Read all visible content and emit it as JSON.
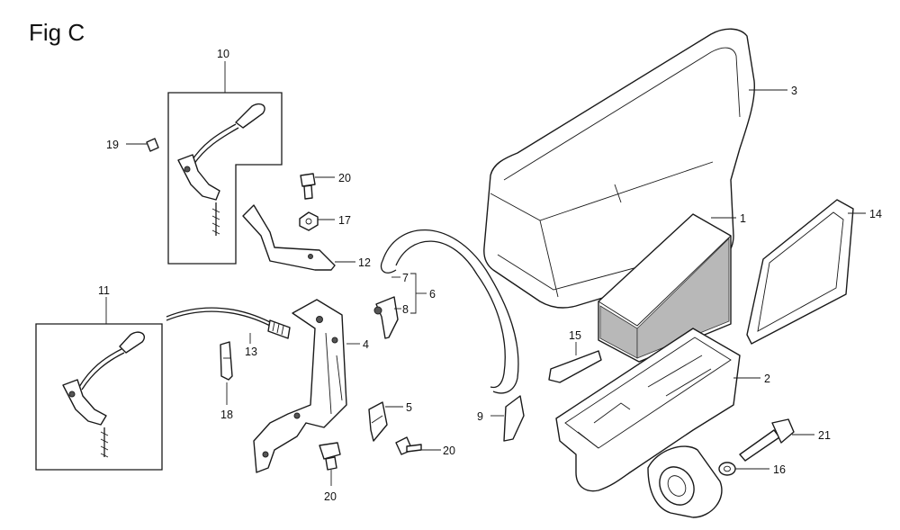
{
  "figure": {
    "title": "Fig C"
  },
  "callouts": [
    {
      "id": "c10",
      "text": "10"
    },
    {
      "id": "c19",
      "text": "19"
    },
    {
      "id": "c20a",
      "text": "20"
    },
    {
      "id": "c17",
      "text": "17"
    },
    {
      "id": "c12",
      "text": "12"
    },
    {
      "id": "c11",
      "text": "11"
    },
    {
      "id": "c13",
      "text": "13"
    },
    {
      "id": "c18",
      "text": "18"
    },
    {
      "id": "c4",
      "text": "4"
    },
    {
      "id": "c7",
      "text": "7"
    },
    {
      "id": "c8",
      "text": "8"
    },
    {
      "id": "c6",
      "text": "6"
    },
    {
      "id": "c5",
      "text": "5"
    },
    {
      "id": "c9",
      "text": "9"
    },
    {
      "id": "c20b",
      "text": "20"
    },
    {
      "id": "c20c",
      "text": "20"
    },
    {
      "id": "c15",
      "text": "15"
    },
    {
      "id": "c3",
      "text": "3"
    },
    {
      "id": "c1",
      "text": "1"
    },
    {
      "id": "c14",
      "text": "14"
    },
    {
      "id": "c2",
      "text": "2"
    },
    {
      "id": "c21",
      "text": "21"
    },
    {
      "id": "c16",
      "text": "16"
    }
  ]
}
